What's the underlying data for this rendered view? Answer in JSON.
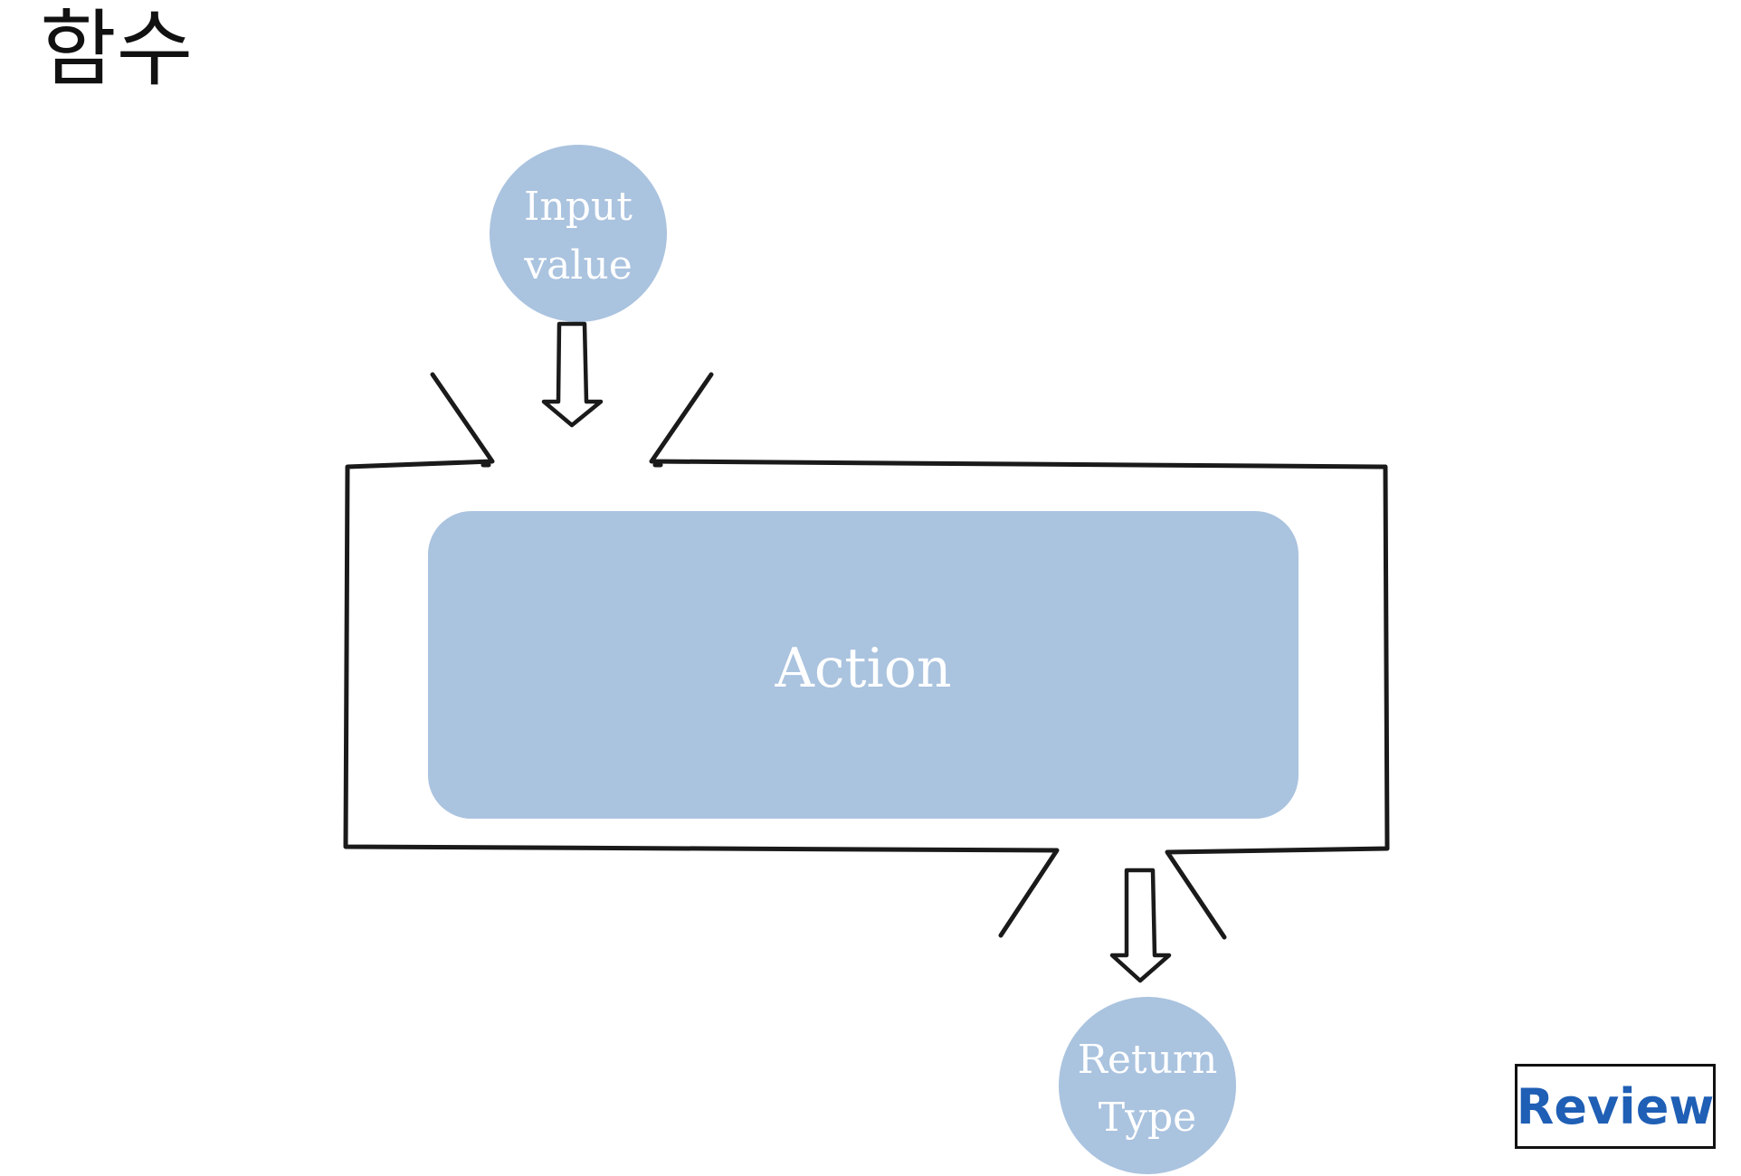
{
  "title": "함수",
  "diagram": {
    "input_node": {
      "line1": "Input",
      "line2": "value"
    },
    "action_label": "Action",
    "return_node": {
      "line1": "Return",
      "line2": "Type"
    }
  },
  "review_button": {
    "label": "Review"
  },
  "colors": {
    "node_fill": "#aac3df",
    "outline": "#1a1a1a",
    "review_text": "#1f5fb5"
  }
}
